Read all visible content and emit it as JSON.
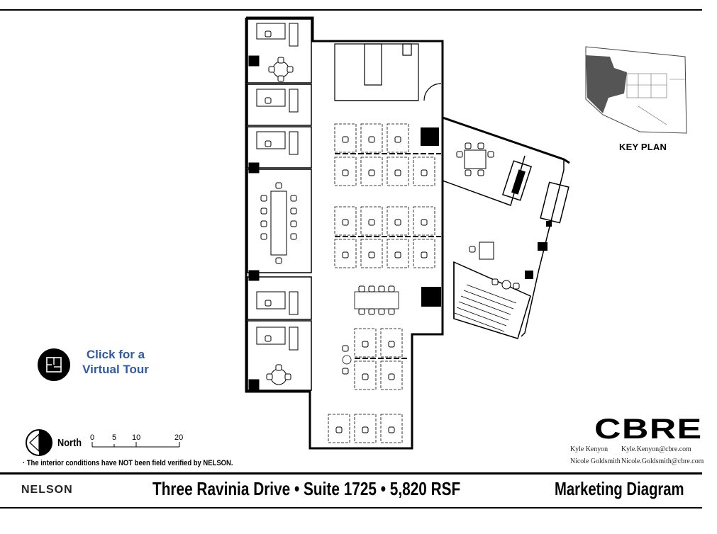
{
  "key_plan": {
    "label": "KEY PLAN"
  },
  "virtual_tour": {
    "label_line1": "Click for a",
    "label_line2": "Virtual Tour",
    "icon": "floorplan-icon"
  },
  "scale": {
    "north_label": "North",
    "ticks": [
      "0",
      "5",
      "10",
      "20"
    ]
  },
  "disclaimer": "· The interior conditions have NOT been field verified by NELSON.",
  "brand": {
    "logo_text": "CBRE",
    "contacts": [
      {
        "name": "Kyle Kenyon",
        "email": "Kyle.Kenyon@cbre.com"
      },
      {
        "name": "Nicole Goldsmith",
        "email": "Nicole.Goldsmith@cbre.com"
      }
    ]
  },
  "footer": {
    "firm": "NELSON",
    "title": "Three Ravinia Drive • Suite 1725 • 5,820 RSF",
    "doc_type": "Marketing Diagram"
  },
  "colors": {
    "tour_text": "#2e5aa6",
    "ink": "#000000"
  }
}
